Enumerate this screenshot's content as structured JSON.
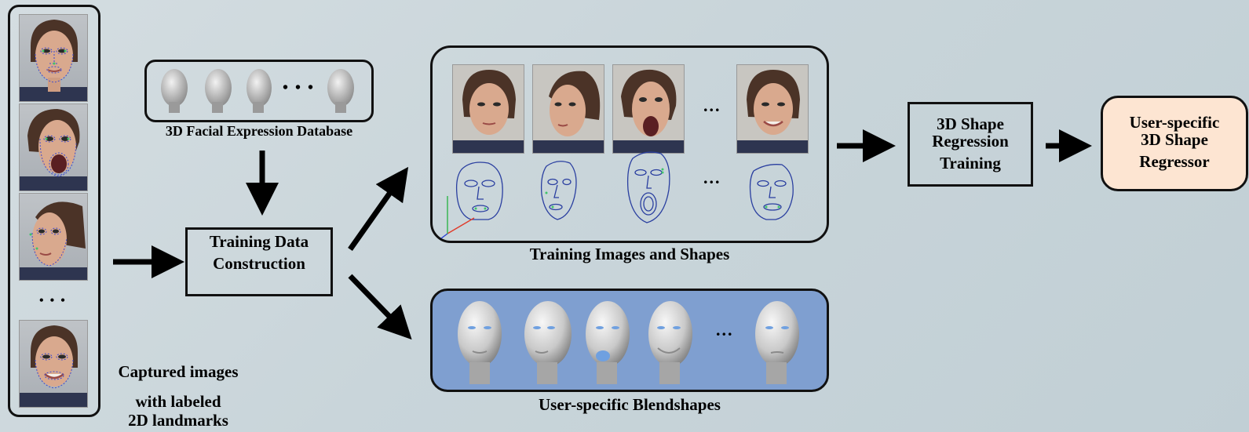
{
  "left_column": {
    "caption_line1": "Captured images",
    "caption_line2": "with labeled",
    "caption_line3": "2D landmarks",
    "ellipsis": "• • •"
  },
  "database": {
    "caption": "3D Facial Expression Database",
    "ellipsis": "• • •"
  },
  "training_construction": {
    "line1": "Training Data",
    "line2": "Construction"
  },
  "training_set": {
    "caption": "Training Images and Shapes",
    "ellipsis_top": "...",
    "ellipsis_bottom": "..."
  },
  "blendshapes": {
    "caption": "User-specific Blendshapes",
    "ellipsis": "..."
  },
  "regression_training": {
    "line1": "3D Shape",
    "line2": "Regression",
    "line3": "Training"
  },
  "regressor": {
    "line1": "User-specific",
    "line2": "3D Shape",
    "line3": "Regressor"
  },
  "colors": {
    "background": "#c9d5da",
    "regressor_fill": "#fde5d2",
    "blendshape_fill": "#7f9fd0",
    "mesh_stroke": "#2a3fa0",
    "landmark": "#3b4bd0"
  }
}
